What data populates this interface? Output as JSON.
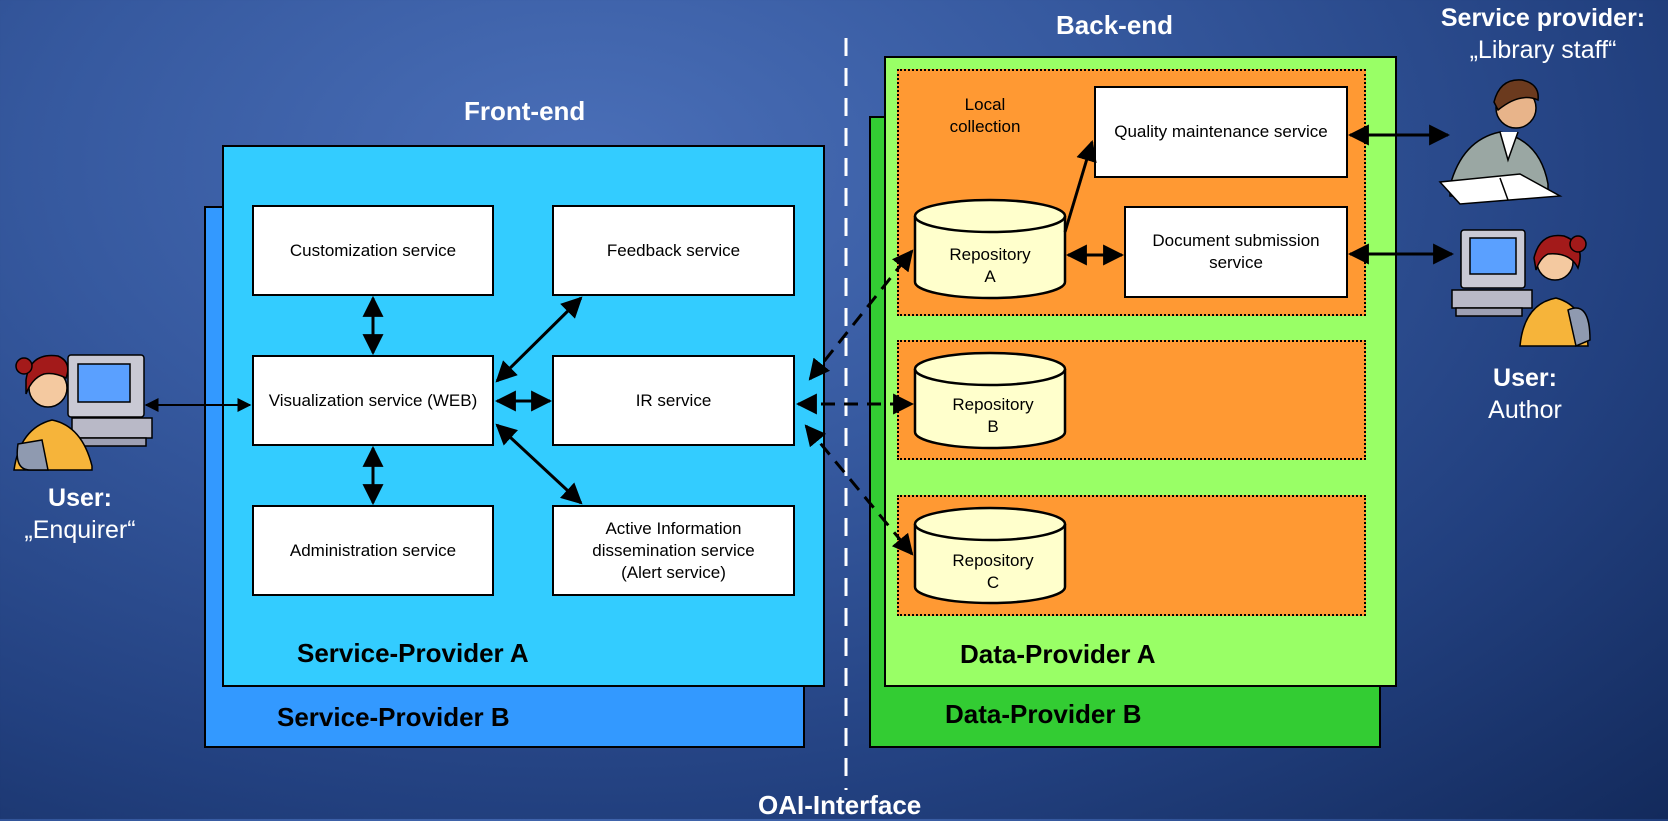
{
  "headings": {
    "front_end": "Front-end",
    "back_end": "Back-end",
    "oai": "OAI-Interface"
  },
  "providers": {
    "sp_a": "Service-Provider A",
    "sp_b": "Service-Provider B",
    "dp_a": "Data-Provider A",
    "dp_b": "Data-Provider B"
  },
  "services": {
    "customization": "Customization service",
    "feedback": "Feedback service",
    "visualization": "Visualization service (WEB)",
    "ir": "IR service",
    "administration": "Administration service",
    "alert": "Active Information\ndissemination service\n(Alert service)",
    "quality": "Quality maintenance service",
    "submission": "Document submission\nservice"
  },
  "local_collection": "Local\ncollection",
  "repositories": {
    "a": "Repository\nA",
    "b": "Repository\nB",
    "c": "Repository\nC"
  },
  "users": {
    "enquirer_role": "User:",
    "enquirer_name": "„Enquirer“",
    "staff_role": "Service provider:",
    "staff_name": "„Library staff“",
    "author_role": "User:",
    "author_name": "Author"
  },
  "colors": {
    "sp_a_fill": "#33ccff",
    "sp_b_fill": "#3399ff",
    "dp_a_fill": "#99ff66",
    "dp_b_fill": "#33cc33",
    "collection_fill": "#ff9933",
    "repository_fill": "#ffffcc"
  }
}
